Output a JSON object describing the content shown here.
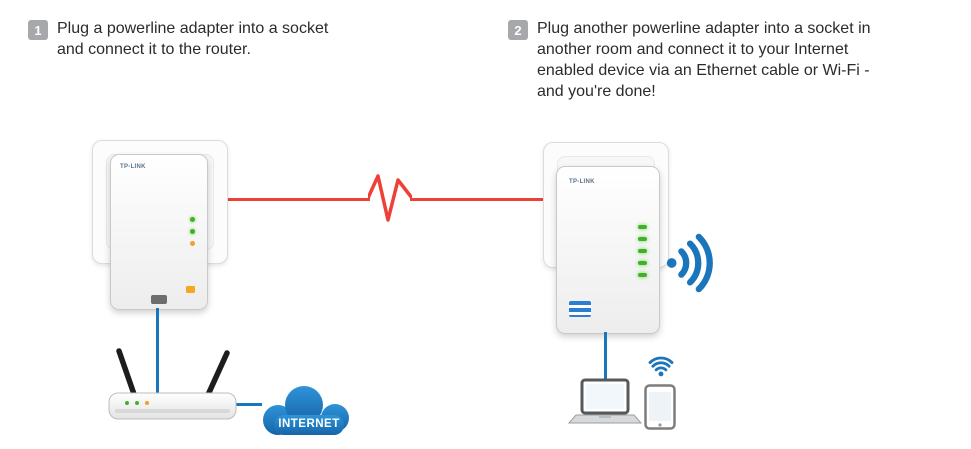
{
  "steps": [
    {
      "number": "1",
      "text": "Plug a powerline adapter into a socket and connect it to the router."
    },
    {
      "number": "2",
      "text": "Plug another powerline adapter into a socket in another room and connect it to your Internet enabled device via an Ethernet cable or Wi-Fi - and you're done!"
    }
  ],
  "diagram": {
    "internet_label": "INTERNET",
    "brand": "TP-LINK",
    "colors": {
      "powerline_link": "#ee4036",
      "ethernet_cable": "#1b75bb",
      "wifi_signal": "#1b75bb",
      "cloud_fill": "#1e7ec8",
      "led_green": "#43b02a",
      "led_amber": "#f0a030",
      "step_badge": "#a6a8ab"
    }
  }
}
